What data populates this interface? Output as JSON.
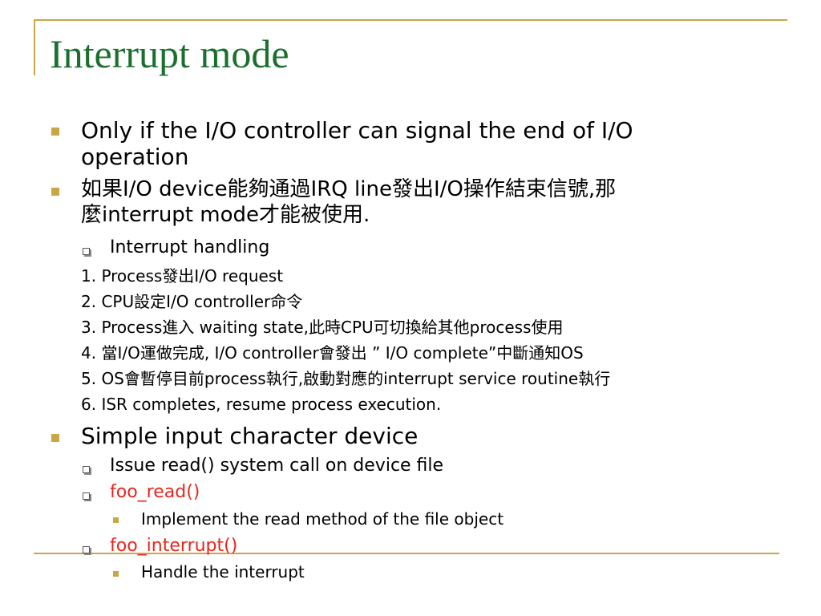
{
  "slide": {
    "title": "Interrupt mode",
    "items": [
      "Only if the I/O controller can signal the end of I/O",
      "operation",
      "如果I/O device能夠通過IRQ line發出I/O操作結束信號,那",
      "麼interrupt mode才能被使用.",
      "Interrupt handling",
      "1. Process發出I/O request",
      "2. CPU設定I/O controller命令",
      "3. Process進入 waiting state,此時CPU可切換給其他process使用",
      "4. 當I/O運做完成, I/O controller會發出 ” I/O complete”中斷通知OS",
      "5. OS會暫停目前process執行,啟動對應的interrupt service routine執行",
      "6. ISR completes, resume process execution.",
      "Simple input character device",
      "Issue read() system call on device file",
      "foo_read()",
      "Implement the read method of the file object",
      "foo_interrupt()",
      "Handle the interrupt"
    ]
  },
  "colors": {
    "title": "#1B6F2E",
    "accent": "#C9A646",
    "code_text": "#E8251C"
  },
  "icons": {
    "level1_bullet": "filled-square-icon",
    "level2_bullet": "hollow-square-icon",
    "level3_bullet": "filled-square-icon"
  }
}
